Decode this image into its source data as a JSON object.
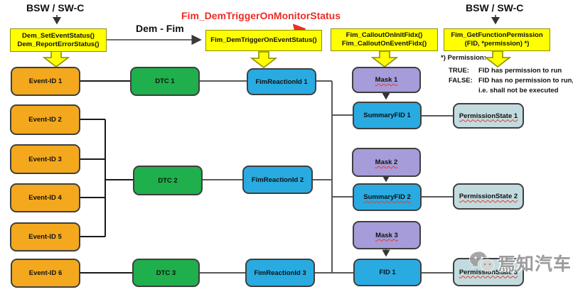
{
  "header": {
    "bsw_left": "BSW / SW-C",
    "bsw_right": "BSW / SW-C",
    "dem_fim_label": "Dem - Fim",
    "monitor_status_label": "Fim_DemTriggerOnMonitorStatus"
  },
  "api_boxes": {
    "dem_line1": "Dem_SetEventStatus()",
    "dem_line2": "Dem_ReportErrorStatus()",
    "trigger_line1": "Fim_DemTriggerOnEventStatus()",
    "callout_line1": "Fim_CalloutOnInitFidx()",
    "callout_line2": "Fim_CalloutOnEventFidx()",
    "getperm_line1": "Fim_GetFunctionPermission",
    "getperm_line2": "(FID, *permission)  *)"
  },
  "permission_note": {
    "title": "*) Permission:",
    "true_label": "TRUE:",
    "true_text": "FID has permission to run",
    "false_label": "FALSE:",
    "false_text_line1": "FID has no permission to run,",
    "false_text_line2": "i.e. shall not be executed"
  },
  "nodes": {
    "event1": "Event-ID 1",
    "event2": "Event-ID 2",
    "event3": "Event-ID 3",
    "event4": "Event-ID 4",
    "event5": "Event-ID 5",
    "event6": "Event-ID 6",
    "dtc1": "DTC 1",
    "dtc2": "DTC 2",
    "dtc3": "DTC 3",
    "fim_reaction1": "FimReactionId 1",
    "fim_reaction2": "FimReactionId 2",
    "fim_reaction3": "FimReactionId 3",
    "mask1": "Mask 1",
    "mask2": "Mask 2",
    "mask3": "Mask 3",
    "summary_fid1": "SummaryFID 1",
    "summary_fid2": "SummaryFID 2",
    "fid1": "FID 1",
    "permission_state1": "PermissionState 1",
    "permission_state2": "PermissionState 2",
    "permission_state3": "PermissionState 3"
  },
  "watermark": {
    "text": "焉知汽车"
  },
  "colors": {
    "yellow": "#ffff00",
    "orange": "#f3a81d",
    "green": "#1faf4c",
    "blue": "#29abe2",
    "purple": "#a59cd9",
    "pale_blue": "#c2dbdf",
    "red_accent": "#ee2c24",
    "line_dark": "#1a1a1a",
    "line_grey": "#595959"
  }
}
